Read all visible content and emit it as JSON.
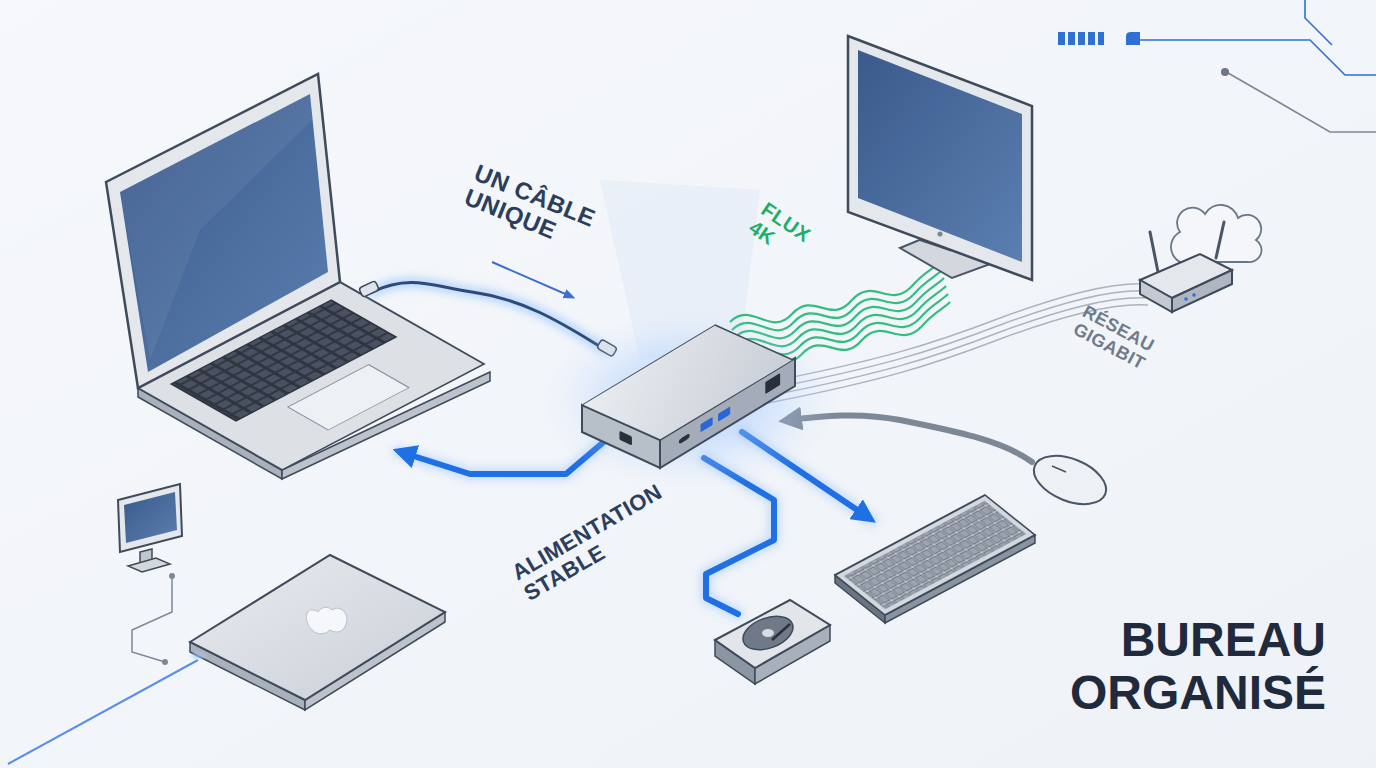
{
  "diagram": {
    "title": "BUREAU ORGANISÉ",
    "labels": [
      "UN CÂBLE UNIQUE",
      "FLUX 4K",
      "RÉSEAU GIGABIT",
      "ALIMENTATION STABLE"
    ]
  }
}
